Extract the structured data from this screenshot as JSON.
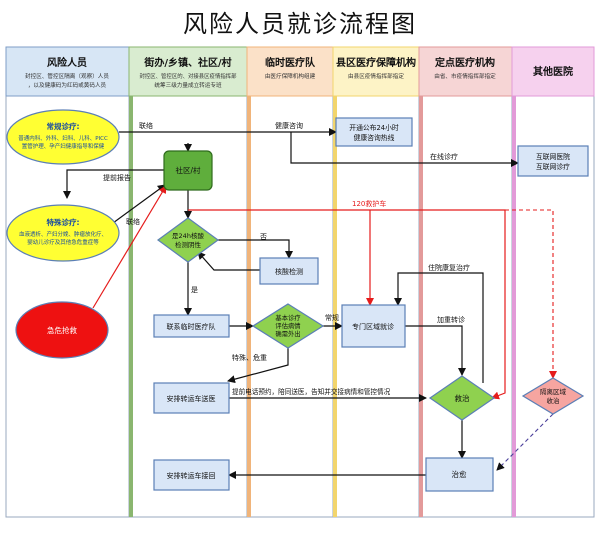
{
  "title": "风险人员就诊流程图",
  "lanes": [
    {
      "name": "风险人员",
      "desc1": "封控区、管控区隔离（观察）人员",
      "desc2": "，以及健康码为红码或黄码人员",
      "color": "#d7e6f5"
    },
    {
      "name": "街办/乡镇、社区/村",
      "desc1": "封控区、管控区的、对接县区疫情指挥部",
      "desc2": "统筹三级力量成立转运专班",
      "color": "#d9ecd0"
    },
    {
      "name": "临时医疗队",
      "desc1": "由医疗保障机构组建",
      "desc2": "",
      "color": "#fbe1c8"
    },
    {
      "name": "县区医疗保障机构",
      "desc1": "由县区疫情指挥部指定",
      "desc2": "",
      "color": "#fdf3c6"
    },
    {
      "name": "定点医疗机构",
      "desc1": "由省、市疫情指挥部指定",
      "desc2": "",
      "color": "#f6d5d5"
    },
    {
      "name": "其他医院",
      "desc1": "",
      "desc2": "",
      "color": "#f6d1ee"
    }
  ],
  "nodes": {
    "routine_title": "常规诊疗:",
    "routine_body1": "普通内科、外科、妇科、儿科、PICC",
    "routine_body2": "置管护理、孕产妇健康指导和保健",
    "special_title": "特殊诊疗:",
    "special_body1": "血液透析、产妇分娩、肿瘤放化疗、",
    "special_body2": "婴幼儿诊疗及其他急危重症等",
    "emergency": "急危抢救",
    "community": "社区/村",
    "nucleic_q1": "是24h核酸",
    "nucleic_q2": "检测阴性",
    "nucleic_test": "核酸检测",
    "contact_team": "联系临时医疗队",
    "assess1": "基本诊疗",
    "assess2": "评估病情",
    "assess3": "确需外出",
    "hotline1": "开通公布24小时",
    "hotline2": "健康咨询热线",
    "special_clinic": "专门区域就诊",
    "transfer_car": "安排转运车送医",
    "treat_decision": "救治",
    "pickup_car": "安排转运车接回",
    "cured": "治愈",
    "internet1": "互联网医院",
    "internet2": "互联网诊疗",
    "isolation1": "隔离区域",
    "isolation2": "收治"
  },
  "labels": {
    "contact1": "联络",
    "health_consult": "健康咨询",
    "online": "在线诊疗",
    "report": "提前报告",
    "contact2": "联络",
    "ambulance": "120救护车",
    "no": "否",
    "yes": "是",
    "routine_flow": "常规",
    "special_flow": "特殊、危重",
    "rehab": "住院康复治疗",
    "escalate": "加重转诊",
    "phone": "提前电话预约，陪同送医，告知并交接病情和管控情况"
  },
  "colors": {
    "header_stroke": "#7f9ec7",
    "node_fill": "#d9e6f7",
    "node_stroke": "#5b7fb6",
    "oval_fill": "#ffff33",
    "emergency_fill": "#ee1111",
    "community_fill": "#5fae3c",
    "diamond_fill": "#8fd14f",
    "red_line": "#e51c1c",
    "isolation_fill": "#f6a5a0"
  }
}
